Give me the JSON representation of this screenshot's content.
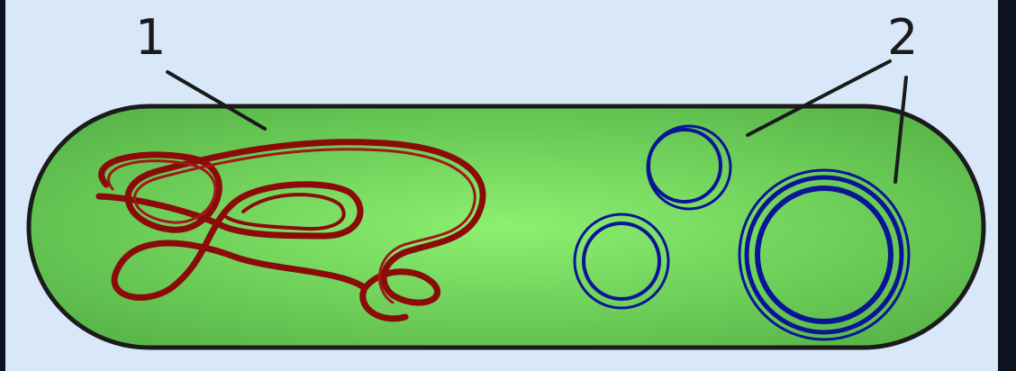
{
  "diagram": {
    "labels": {
      "label_1": "1",
      "label_2": "2"
    },
    "colors": {
      "background": "#d8e8f8",
      "frame": "#0c1220",
      "cell_fill_center": "#8cf070",
      "cell_fill_edge": "#5ab84a",
      "cell_outline": "#1b1b1b",
      "chromosome": "#8b0a0a",
      "plasmid": "#0a1496",
      "leader_line": "#1a1a1a"
    },
    "parts": [
      {
        "id": "chromosome",
        "label": "1",
        "icon": "tangled-loop"
      },
      {
        "id": "plasmids",
        "label": "2",
        "icon": "ring",
        "count": 3
      }
    ]
  }
}
